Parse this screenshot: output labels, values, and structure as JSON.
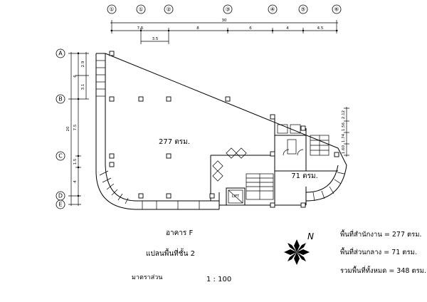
{
  "grid": {
    "columns": [
      "①",
      "①",
      "②",
      "③",
      "④",
      "⑤",
      "⑥"
    ],
    "rows": [
      "A",
      "B",
      "C",
      "D",
      "E"
    ]
  },
  "dimensions_top": {
    "total": "30",
    "segments": [
      "7.5",
      "8",
      "6",
      "4",
      "4.5"
    ],
    "sub": "3.5"
  },
  "dimensions_left": {
    "total": "20",
    "segments": [
      "6",
      "7.5",
      "1.5",
      "4"
    ],
    "sub": [
      "2.9",
      "3.1"
    ]
  },
  "dimensions_right": [
    "1.60",
    "1.74",
    "1.56",
    "2.12"
  ],
  "rooms": {
    "office_area": "277 ตรม.",
    "central_area": "71 ตรม.",
    "lift": "LIFT"
  },
  "titles": {
    "building": "อาคาร F",
    "plan": "แปลนพื้นที่ชั้น 2",
    "scale_label": "มาตราส่วน",
    "scale_value": "1 : 100"
  },
  "north": "N",
  "area_summary": {
    "office": "พื้นที่สำนักงาน =  277 ตรม.",
    "central": "พื้นที่ส่วนกลาง =  71 ตรม.",
    "total": "รวมพื้นที่ทั้งหมด =  348 ตรม."
  }
}
